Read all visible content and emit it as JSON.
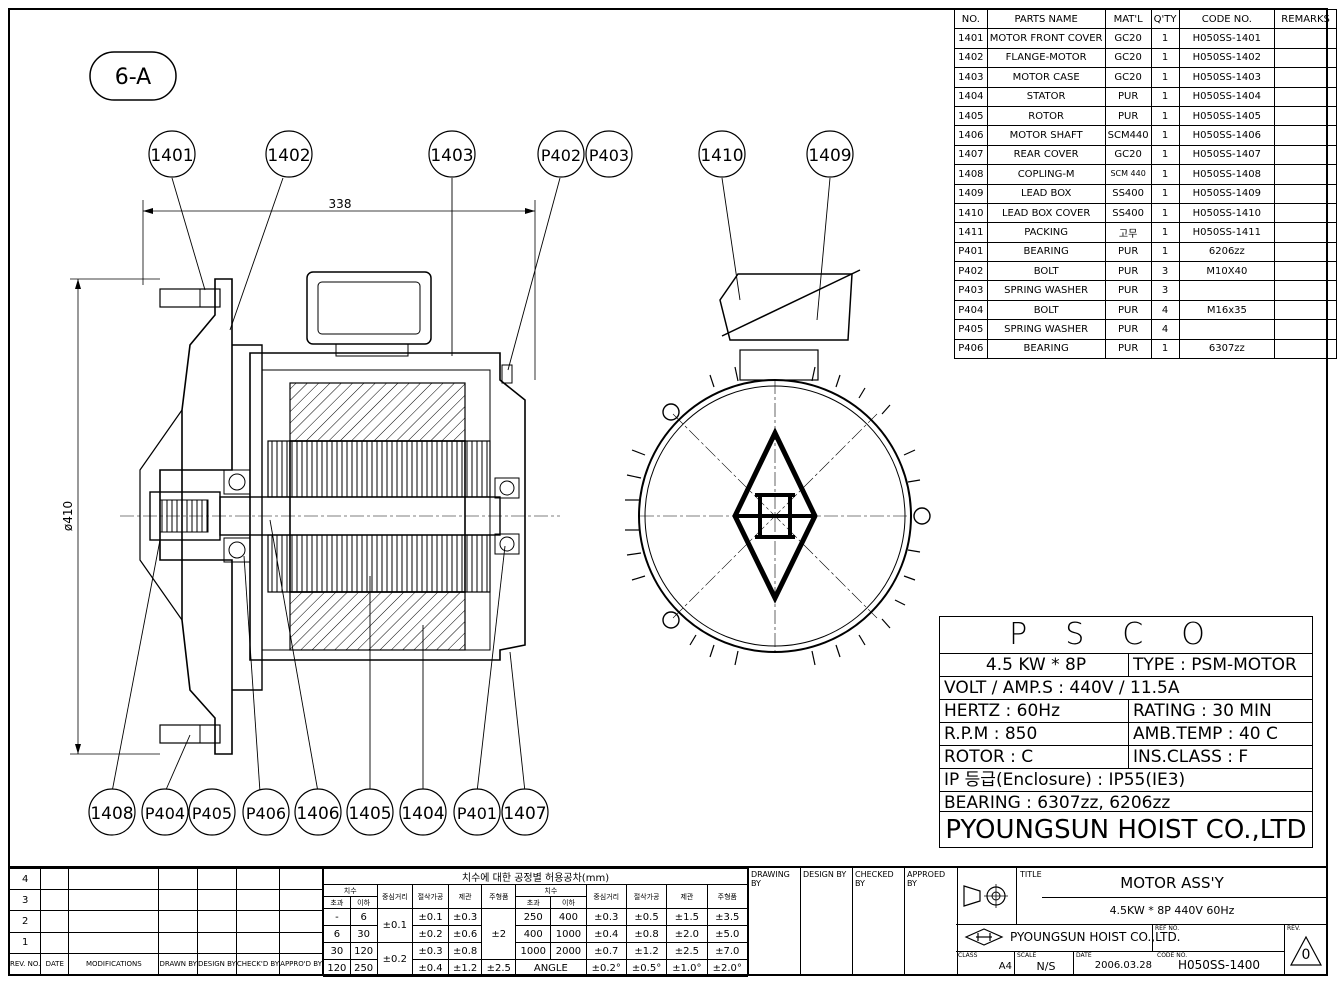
{
  "view_label": "6-A",
  "dimensions": {
    "length": "338",
    "diameter": "ø410"
  },
  "callouts_top": [
    "1401",
    "1402",
    "1403",
    "P402",
    "P403",
    "1410",
    "1409"
  ],
  "callouts_bottom": [
    "1408",
    "P404",
    "P405",
    "P406",
    "1406",
    "1405",
    "1404",
    "P401",
    "1407"
  ],
  "parts_table": {
    "headers": [
      "NO.",
      "PARTS NAME",
      "MAT'L",
      "Q'TY",
      "CODE NO.",
      "REMARKS"
    ],
    "rows": [
      [
        "1401",
        "MOTOR FRONT COVER",
        "GC20",
        "1",
        "H050SS-1401",
        ""
      ],
      [
        "1402",
        "FLANGE-MOTOR",
        "GC20",
        "1",
        "H050SS-1402",
        ""
      ],
      [
        "1403",
        "MOTOR CASE",
        "GC20",
        "1",
        "H050SS-1403",
        ""
      ],
      [
        "1404",
        "STATOR",
        "PUR",
        "1",
        "H050SS-1404",
        ""
      ],
      [
        "1405",
        "ROTOR",
        "PUR",
        "1",
        "H050SS-1405",
        ""
      ],
      [
        "1406",
        "MOTOR SHAFT",
        "SCM440",
        "1",
        "H050SS-1406",
        ""
      ],
      [
        "1407",
        "REAR COVER",
        "GC20",
        "1",
        "H050SS-1407",
        ""
      ],
      [
        "1408",
        "COPLING-M",
        "SCM 440",
        "1",
        "H050SS-1408",
        ""
      ],
      [
        "1409",
        "LEAD BOX",
        "SS400",
        "1",
        "H050SS-1409",
        ""
      ],
      [
        "1410",
        "LEAD BOX COVER",
        "SS400",
        "1",
        "H050SS-1410",
        ""
      ],
      [
        "1411",
        "PACKING",
        "고무",
        "1",
        "H050SS-1411",
        ""
      ],
      [
        "P401",
        "BEARING",
        "PUR",
        "1",
        "6206zz",
        ""
      ],
      [
        "P402",
        "BOLT",
        "PUR",
        "3",
        "M10X40",
        ""
      ],
      [
        "P403",
        "SPRING WASHER",
        "PUR",
        "3",
        "",
        ""
      ],
      [
        "P404",
        "BOLT",
        "PUR",
        "4",
        "M16x35",
        ""
      ],
      [
        "P405",
        "SPRING WASHER",
        "PUR",
        "4",
        "",
        ""
      ],
      [
        "P406",
        "BEARING",
        "PUR",
        "1",
        "6307zz",
        ""
      ]
    ]
  },
  "nameplate": {
    "brand": "PSCO",
    "power": "4.5 KW * 8P",
    "type": "TYPE : PSM-MOTOR",
    "volt_amp": "VOLT / AMP.S : 440V / 11.5A",
    "hertz": "HERTZ : 60Hz",
    "rating": "RATING : 30 MIN",
    "rpm": "R.P.M : 850",
    "amb_temp": "AMB.TEMP : 40 C",
    "rotor": "ROTOR : C",
    "ins_class": "INS.CLASS : F",
    "ip": "IP 등급(Enclosure) : IP55(IE3)",
    "bearing": "BEARING : 6307zz, 6206zz",
    "company": "PYOUNGSUN HOIST CO.,LTD"
  },
  "revision": {
    "marks": [
      "4",
      "3",
      "2",
      "1"
    ],
    "headers": [
      "REV. NO.",
      "DATE",
      "MODIFICATIONS",
      "DRAWN BY",
      "DESIGN BY",
      "CHECK'D BY",
      "APPRO'D BY"
    ]
  },
  "tolerance": {
    "title": "치수에 대한 공정별 허용공차(mm)",
    "left_headers": [
      "치수",
      "초과",
      "이하",
      "중심거리",
      "절삭가공",
      "제관",
      "주형품"
    ],
    "left_rows": [
      [
        "-",
        "6",
        "±0.1",
        "±0.3",
        ""
      ],
      [
        "6",
        "30",
        "",
        "±0.6",
        "±2"
      ],
      [
        "30",
        "120",
        "±0.2",
        "±0.8",
        ""
      ],
      [
        "120",
        "250",
        "",
        "±1.2",
        "±2.5"
      ]
    ],
    "left_cut": [
      "±0.1",
      "±0.2",
      "±0.3",
      "±0.4"
    ],
    "right_headers": [
      "치수",
      "초과",
      "이하",
      "중심거리",
      "절삭가공",
      "제관",
      "주형품"
    ],
    "right_rows": [
      [
        "250",
        "400",
        "±0.3",
        "±0.5",
        "±1.5",
        "±3.5"
      ],
      [
        "400",
        "1000",
        "±0.4",
        "±0.8",
        "±2.0",
        "±5.0"
      ],
      [
        "1000",
        "2000",
        "±0.7",
        "±1.2",
        "±2.5",
        "±7.0"
      ],
      [
        "ANGLE",
        "",
        "±0.2°",
        "±0.5°",
        "±1.0°",
        "±2.0°"
      ]
    ]
  },
  "signoff": [
    "DRAWING BY",
    "DESIGN BY",
    "CHECKED BY",
    "APPROED BY"
  ],
  "title_block": {
    "title_label": "TITLE",
    "title": "MOTOR ASS'Y",
    "subtitle": "4.5KW * 8P 440V 60Hz",
    "company": "PYOUNGSUN HOIST CO.,LTD.",
    "ref_label": "REF NO.",
    "rev_label": "REV.",
    "rev_value": "0",
    "class_label": "CLASS",
    "class_value": "A4",
    "scale_label": "SCALE",
    "scale_value": "N/S",
    "date_label": "DATE",
    "date_value": "2006.03.28",
    "code_label": "CODE NO.",
    "code_value": "H050SS-1400"
  }
}
